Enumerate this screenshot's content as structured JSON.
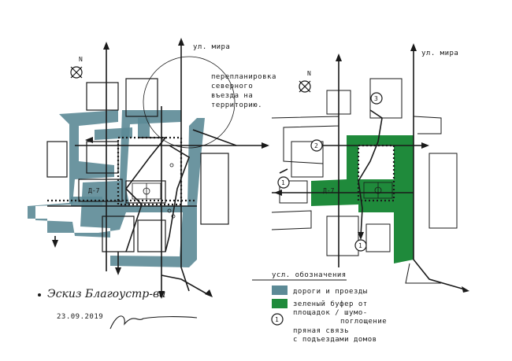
{
  "labels": {
    "street_left": "ул. мира",
    "street_right": "ул. мира",
    "north": "N",
    "note_line1": "перепланировка",
    "note_line2": "северного",
    "note_line3": "въезда на",
    "note_line4": "территорию.",
    "d7_left": "Д-7",
    "d7_right": "Д-7",
    "title": "Эскиз Благоустр-ва",
    "date": "23.09.2019",
    "node_1": "1",
    "node_2": "2",
    "node_3": "3",
    "node_4": "1"
  },
  "legend": {
    "heading": "усл. обозначения",
    "items": [
      {
        "label": "дороги и проезды",
        "color": "#5c8a96"
      },
      {
        "label_line1": "зеленый буфер от",
        "label_line2": "площадок / шумо-",
        "label_line3": "поглощение",
        "color": "#1f8a3b"
      },
      {
        "label_line1": "пряная связь",
        "label_line2": "с подъездами домов",
        "symbol": "1"
      }
    ]
  },
  "colors": {
    "road": "#5c8a96",
    "green": "#1f8a3b",
    "ink": "#1a1a1a"
  }
}
